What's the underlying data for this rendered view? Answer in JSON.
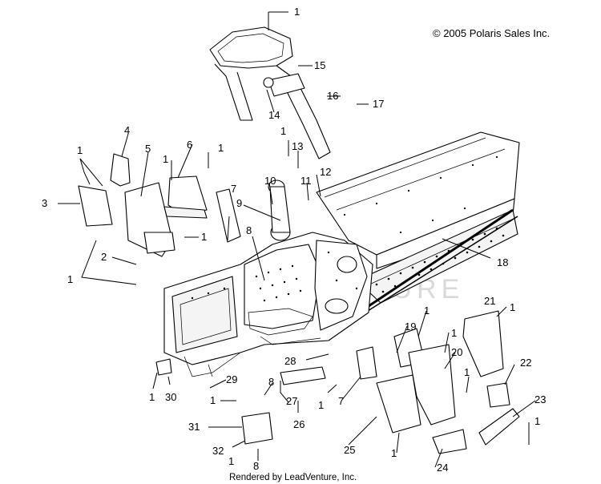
{
  "copyright": "© 2005 Polaris Sales Inc.",
  "footer": "Rendered by LeadVenture, Inc.",
  "watermark": "LEADVENTURE",
  "callouts": {
    "c1": "1",
    "c2": "1",
    "c3": "1",
    "c4": "1",
    "c5": "1",
    "c6": "1",
    "c7": "1",
    "c8": "1",
    "c9": "1",
    "c10": "1",
    "c11": "1",
    "c12": "1",
    "c13": "1",
    "c14": "1",
    "c15": "1",
    "c16": "1",
    "c17": "1",
    "p2": "2",
    "p3": "3",
    "p4": "4",
    "p5": "5",
    "p6": "6",
    "p7a": "7",
    "p7b": "7",
    "p8a": "8",
    "p8b": "8",
    "p8c": "8",
    "p9": "9",
    "p10": "10",
    "p11": "11",
    "p12": "12",
    "p13": "13",
    "p14": "14",
    "p15": "15",
    "p16": "16",
    "p17": "17",
    "p18": "18",
    "p19": "19",
    "p20": "20",
    "p21": "21",
    "p22": "22",
    "p23": "23",
    "p24": "24",
    "p25": "25",
    "p26": "26",
    "p27": "27",
    "p28": "28",
    "p29": "29",
    "p30": "30",
    "p31": "31",
    "p32": "32"
  }
}
